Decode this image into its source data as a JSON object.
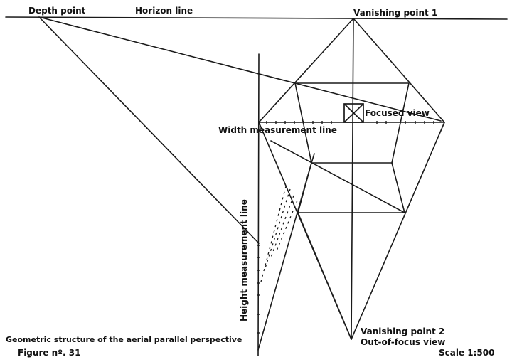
{
  "labels": {
    "depth_point": "Depth point",
    "horizon_line": "Horizon line",
    "vanishing_point_1": "Vanishing point 1",
    "focused_view": "Focused view",
    "width_measurement_line": "Width measurement line",
    "height_measurement_line": "Height measurement line",
    "vanishing_point_2": "Vanishing point 2",
    "out_of_focus_view": "Out-of-focus view",
    "caption": "Geometric structure of the aerial parallel perspective",
    "figure_number": "Figure nº. 31",
    "scale": "Scale 1:500"
  },
  "colors": {
    "ink": "#111111",
    "background": "#ffffff"
  }
}
